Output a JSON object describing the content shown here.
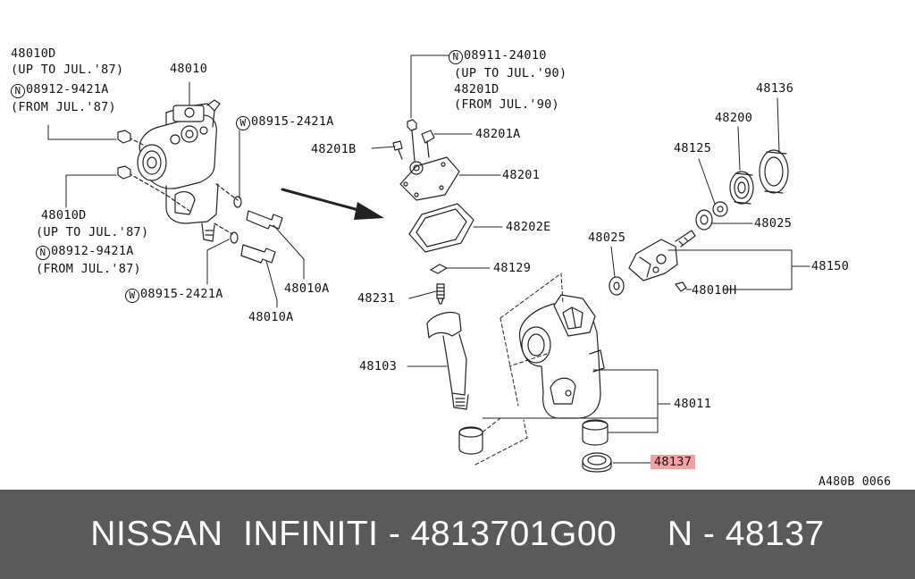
{
  "diagram": {
    "ref_code": "A480B 0066",
    "labels": {
      "p48010d_top": "48010D",
      "p48010d_top_note": "(UP TO JUL.'87)",
      "n_08912_top_code": "08912-9421A",
      "n_08912_top_note": "(FROM JUL.'87)",
      "p48010": "48010",
      "w_08915_top_code": "08915-2421A",
      "p48010d_mid": "48010D",
      "p48010d_mid_note": "(UP TO JUL.'87)",
      "n_08912_mid_code": "08912-9421A",
      "n_08912_mid_note": "(FROM JUL.'87)",
      "w_08915_bot_code": "08915-2421A",
      "p48010a_1": "48010A",
      "p48010a_2": "48010A",
      "n_08911_code": "08911-24010",
      "n_08911_note": "(UP TO JUL.'90)",
      "p48201d": "48201D",
      "p48201d_note": "(FROM JUL.'90)",
      "p48201b": "48201B",
      "p48201a": "48201A",
      "p48201": "48201",
      "p48202e": "48202E",
      "p48129": "48129",
      "p48231": "48231",
      "p48103": "48103",
      "p48136": "48136",
      "p48200": "48200",
      "p48125": "48125",
      "p48025_right": "48025",
      "p48025_left": "48025",
      "p48150": "48150",
      "p48010h": "48010H",
      "p48011": "48011",
      "p48137": "48137"
    },
    "circle_marks": {
      "n": "N",
      "w": "W"
    },
    "highlight_color": "#f4a1a1"
  },
  "footer": {
    "brand": "NISSAN  INFINITI",
    "part_number": "4813701G00",
    "ref": "N - 48137",
    "background": "#5a5a5a",
    "text_color": "#ffffff"
  }
}
